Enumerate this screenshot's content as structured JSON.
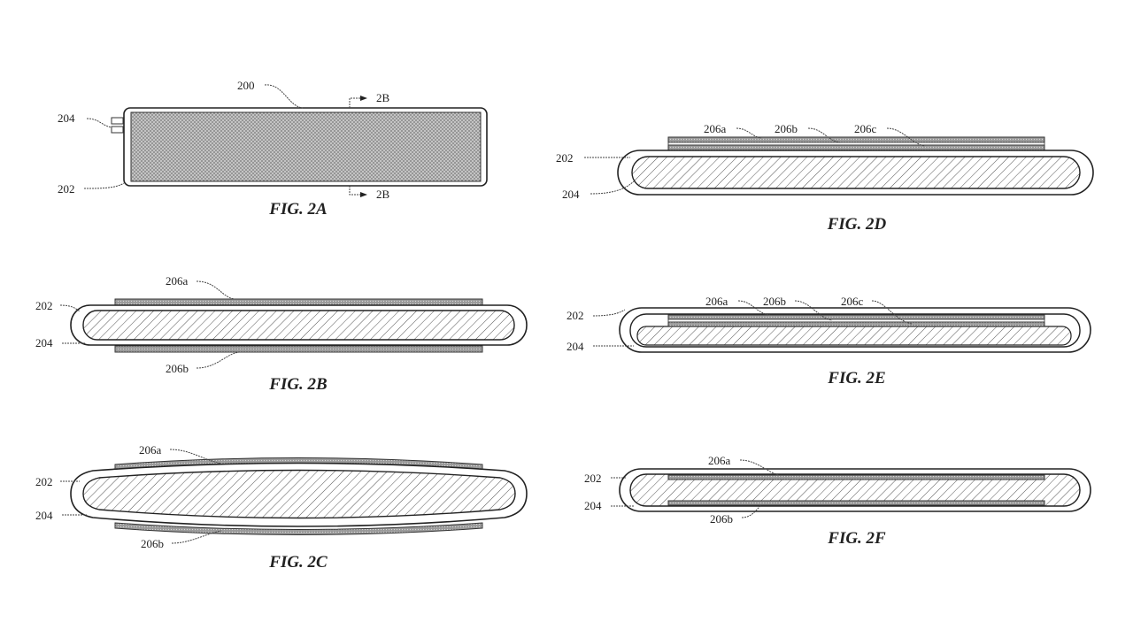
{
  "figures": {
    "fig2a": {
      "caption": "FIG. 2A",
      "labels": {
        "l200": "200",
        "l204": "204",
        "l202": "202",
        "sec_top": "2B",
        "sec_bottom": "2B"
      }
    },
    "fig2b": {
      "caption": "FIG. 2B",
      "labels": {
        "l206a": "206a",
        "l202": "202",
        "l204": "204",
        "l206b": "206b"
      }
    },
    "fig2c": {
      "caption": "FIG. 2C",
      "labels": {
        "l206a": "206a",
        "l202": "202",
        "l204": "204",
        "l206b": "206b"
      }
    },
    "fig2d": {
      "caption": "FIG. 2D",
      "labels": {
        "l206a": "206a",
        "l206b": "206b",
        "l206c": "206c",
        "l202": "202",
        "l204": "204"
      }
    },
    "fig2e": {
      "caption": "FIG. 2E",
      "labels": {
        "l206a": "206a",
        "l206b": "206b",
        "l206c": "206c",
        "l202": "202",
        "l204": "204"
      }
    },
    "fig2f": {
      "caption": "FIG. 2F",
      "labels": {
        "l206a": "206a",
        "l202": "202",
        "l204": "204",
        "l206b": "206b"
      }
    }
  }
}
